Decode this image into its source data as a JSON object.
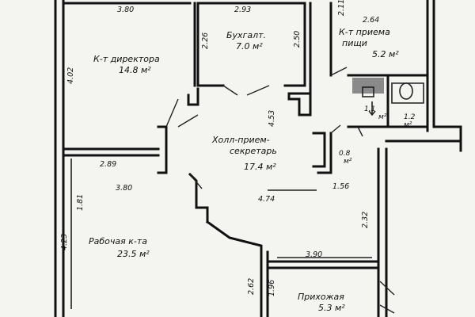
{
  "rooms": {
    "director": {
      "name": "К-т директора",
      "area": "14.8 м²"
    },
    "accountant": {
      "name": "Бухгалт.",
      "area": "7.0 м²"
    },
    "meal": {
      "name_1": "К-т приема",
      "name_2": "пищи",
      "area": "5.2 м²"
    },
    "hall": {
      "name_1": "Холл-прием-",
      "name_2": "секретарь",
      "area": "17.4 м²"
    },
    "work": {
      "name": "Рабочая к-та",
      "area": "23.5 м²"
    },
    "entry": {
      "name": "Прихожая",
      "area": "5.3 м²"
    },
    "wc1": {
      "value": "1.1",
      "unit": "м²"
    },
    "wc2": {
      "value": "1.2",
      "unit": "м²"
    },
    "closet": {
      "value": "0.8",
      "unit": "м²"
    }
  },
  "dimensions": {
    "d_380": "3.80",
    "d_293": "2.93",
    "d_264": "2.64",
    "d_211": "2.11",
    "d_226": "2.26",
    "d_250": "2.50",
    "d_402": "4.02",
    "d_453": "4.53",
    "d_289": "2.89",
    "d_380b": "3.80",
    "d_156": "1.56",
    "d_474": "4.74",
    "d_181": "1.81",
    "d_232": "2.32",
    "d_423": "4.23",
    "d_390": "3.90",
    "d_262": "2.62",
    "d_196": "1.96"
  }
}
